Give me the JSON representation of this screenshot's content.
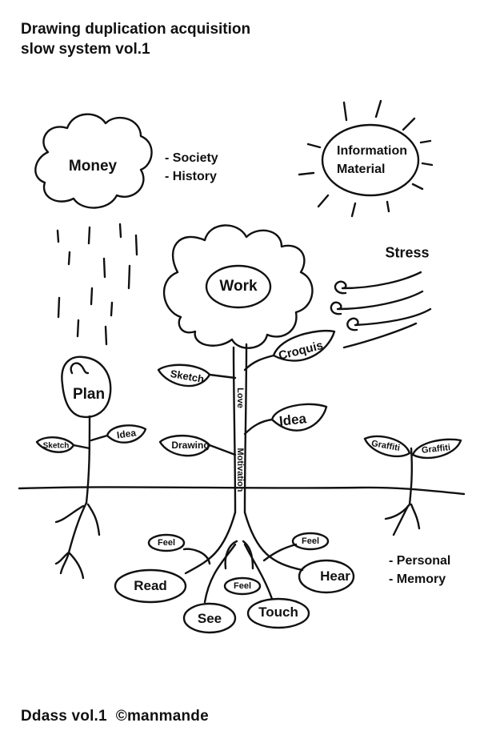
{
  "title": {
    "line1": "Drawing duplication acquisition",
    "line2": "slow system vol.1"
  },
  "sky": {
    "cloud_label": "Money",
    "cloud_notes": [
      "- Society",
      "- History"
    ],
    "sun_label_line1": "Information",
    "sun_label_line2": "Material",
    "wind_label": "Stress"
  },
  "flower": {
    "head_label": "Work",
    "stem_labels": [
      "Love",
      "Motivation"
    ],
    "leaves": {
      "sketch": "Sketch",
      "croquis": "Croquis",
      "idea": "Idea",
      "drawing": "Drawing"
    }
  },
  "plan_plant": {
    "bulb_label": "Plan",
    "leaf_left": "Sketch",
    "leaf_right": "Idea"
  },
  "graffiti_plant": {
    "leaf_left": "Graffiti",
    "leaf_right": "Graffiti"
  },
  "roots": {
    "feel_left": "Feel",
    "feel_right": "Feel",
    "feel_center": "Feel",
    "read": "Read",
    "see": "See",
    "touch": "Touch",
    "hear": "Hear",
    "notes": [
      "- Personal",
      "- Memory"
    ]
  },
  "footer": "Ddass vol.1  ©manmande"
}
